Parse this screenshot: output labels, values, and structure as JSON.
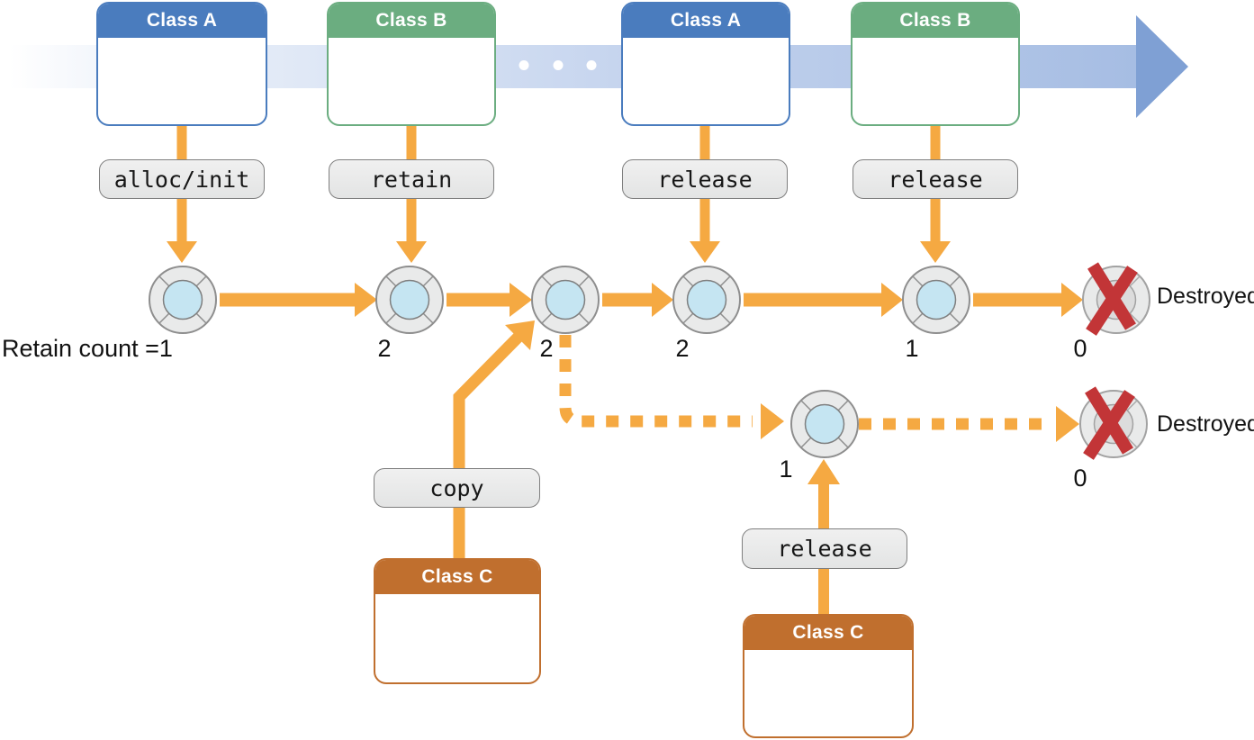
{
  "palette": {
    "class_a": "#4A7CBE",
    "class_b": "#6BAD80",
    "class_c": "#C06F2E",
    "arrow_orange": "#F5A942",
    "timeline_blue": "#A6BDE3",
    "timeline_head": "#7FA0D4",
    "pill_border": "#7F7F7F",
    "object_outer": "#E9EAEA",
    "object_inner": "#C5E5F2",
    "object_stroke": "#8E8E8E",
    "destroyed_inner": "#DCDCDC",
    "destroyed_x": "#C23537"
  },
  "class_boxes": [
    {
      "label": "Class A"
    },
    {
      "label": "Class B"
    },
    {
      "label": "Class A"
    },
    {
      "label": "Class B"
    },
    {
      "label": "Class C"
    },
    {
      "label": "Class C"
    }
  ],
  "operations": [
    {
      "label": "alloc/init"
    },
    {
      "label": "retain"
    },
    {
      "label": "release"
    },
    {
      "label": "release"
    },
    {
      "label": "copy"
    },
    {
      "label": "release"
    }
  ],
  "counts": {
    "start": "Retain count =1",
    "main": [
      "2",
      "2",
      "2",
      "1",
      "0"
    ],
    "branch": [
      "1",
      "0"
    ]
  },
  "destroyed": {
    "main": "Destroyed",
    "branch": "Destroyed"
  }
}
